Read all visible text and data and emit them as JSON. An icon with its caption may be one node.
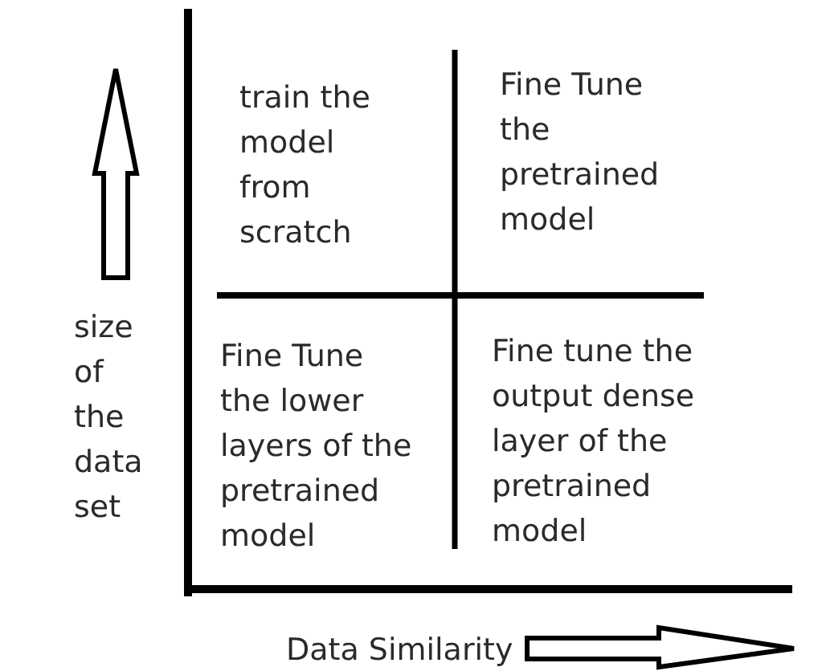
{
  "diagram": {
    "labels": [
      "train the model from scratch",
      "Fine Tune the pretrained model",
      "size of the data set",
      "Fine Tune the lower layers of the pretrained model",
      "Fine tune the output dense layer of the pretrained model",
      "Data Similarity"
    ]
  }
}
